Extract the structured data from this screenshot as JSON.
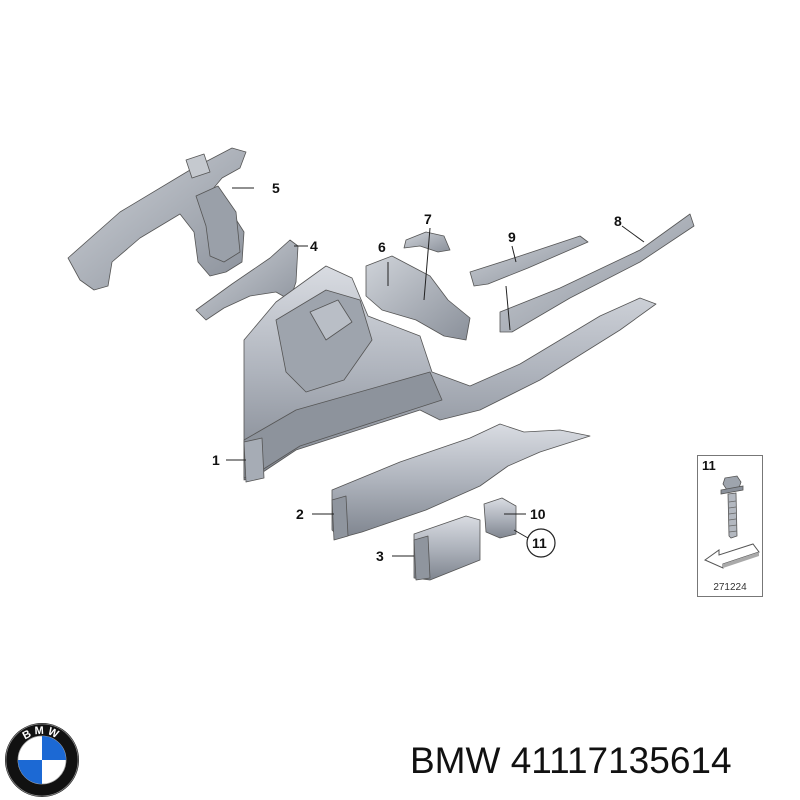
{
  "callouts": {
    "c1": "1",
    "c2": "2",
    "c3": "3",
    "c4": "4",
    "c5": "5",
    "c6": "6",
    "c7": "7",
    "c8": "8",
    "c9": "9",
    "c10": "10",
    "c11_circled": "11"
  },
  "legend": {
    "number": "11",
    "code": "271224",
    "icon": "bolt-icon"
  },
  "logo": {
    "brand_text": "BMW",
    "colors": {
      "blue": "#1c69d4",
      "ring": "#111111"
    }
  },
  "caption": "BMW 41117135614"
}
